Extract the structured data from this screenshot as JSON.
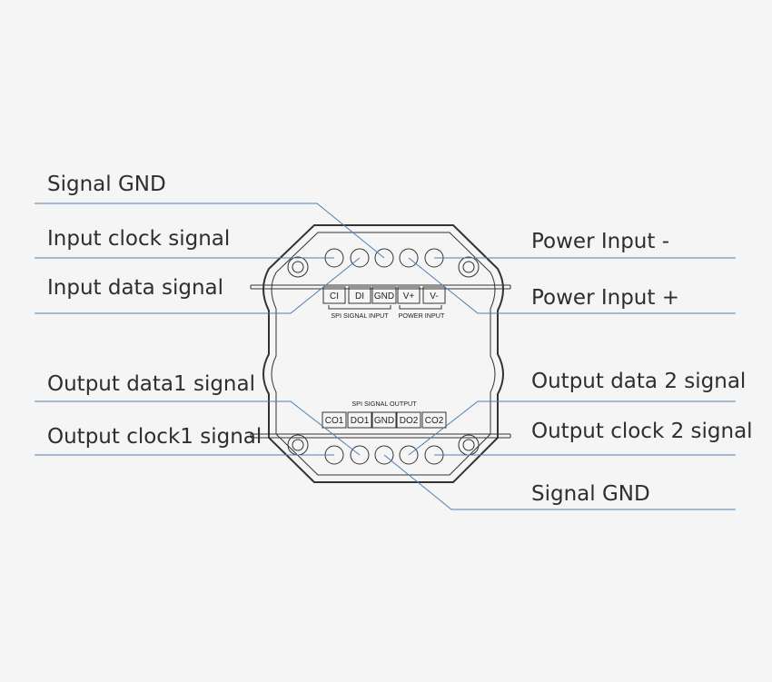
{
  "accent_color": "#4f7fb0",
  "callouts": {
    "signal_gnd_top": "Signal GND",
    "input_clock": "Input clock signal",
    "input_data": "Input data signal",
    "output_data1": "Output data1 signal",
    "output_clock1": "Output clock1 signal",
    "power_input_minus": "Power Input -",
    "power_input_plus": "Power Input +",
    "output_data2": "Output data 2 signal",
    "output_clock2": "Output clock 2 signal",
    "signal_gnd_bottom": "Signal GND"
  },
  "input_terminals": [
    "CI",
    "DI",
    "GND",
    "V+",
    "V-"
  ],
  "output_terminals": [
    "CO1",
    "DO1",
    "GND",
    "DO2",
    "CO2"
  ],
  "section_labels": {
    "spi_signal_input": "SPI SIGNAL INPUT",
    "power_input": "POWER INPUT",
    "spi_signal_output": "SPI SIGNAL OUTPUT"
  }
}
